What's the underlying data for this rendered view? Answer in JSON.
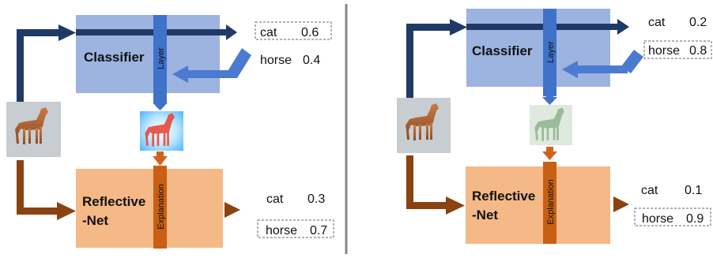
{
  "colors": {
    "classifier_box": "#9db3e0",
    "layer_bar": "#3f72c9",
    "dark_arrow": "#1f3a66",
    "blue_arrow": "#4a7bd0",
    "reflective_box": "#f5b887",
    "explanation_bar": "#c95f14",
    "brown_arrow": "#8a4310",
    "orange_arrow": "#d0631c",
    "divider": "#888888"
  },
  "panels": [
    {
      "classifier": {
        "title": "Classifier",
        "layer_label": "Layer"
      },
      "reflective": {
        "title_line1": "Reflective",
        "title_line2": "-Net",
        "explanation_label": "Explanation"
      },
      "classifier_scores": [
        {
          "label": "cat",
          "value": "0.6",
          "boxed": true
        },
        {
          "label": "horse",
          "value": "0.4",
          "boxed": false
        }
      ],
      "reflective_scores": [
        {
          "label": "cat",
          "value": "0.3",
          "boxed": false
        },
        {
          "label": "horse",
          "value": "0.7",
          "boxed": true
        }
      ],
      "explanation_image": "heatmap-horse"
    },
    {
      "classifier": {
        "title": "Classifier",
        "layer_label": "Layer"
      },
      "reflective": {
        "title_line1": "Reflective",
        "title_line2": "-Net",
        "explanation_label": "Explanation"
      },
      "classifier_scores": [
        {
          "label": "cat",
          "value": "0.2",
          "boxed": false
        },
        {
          "label": "horse",
          "value": "0.8",
          "boxed": true
        }
      ],
      "reflective_scores": [
        {
          "label": "cat",
          "value": "0.1",
          "boxed": false
        },
        {
          "label": "horse",
          "value": "0.9",
          "boxed": true
        }
      ],
      "explanation_image": "greenish-horse"
    }
  ],
  "input_image": "horse-photo"
}
